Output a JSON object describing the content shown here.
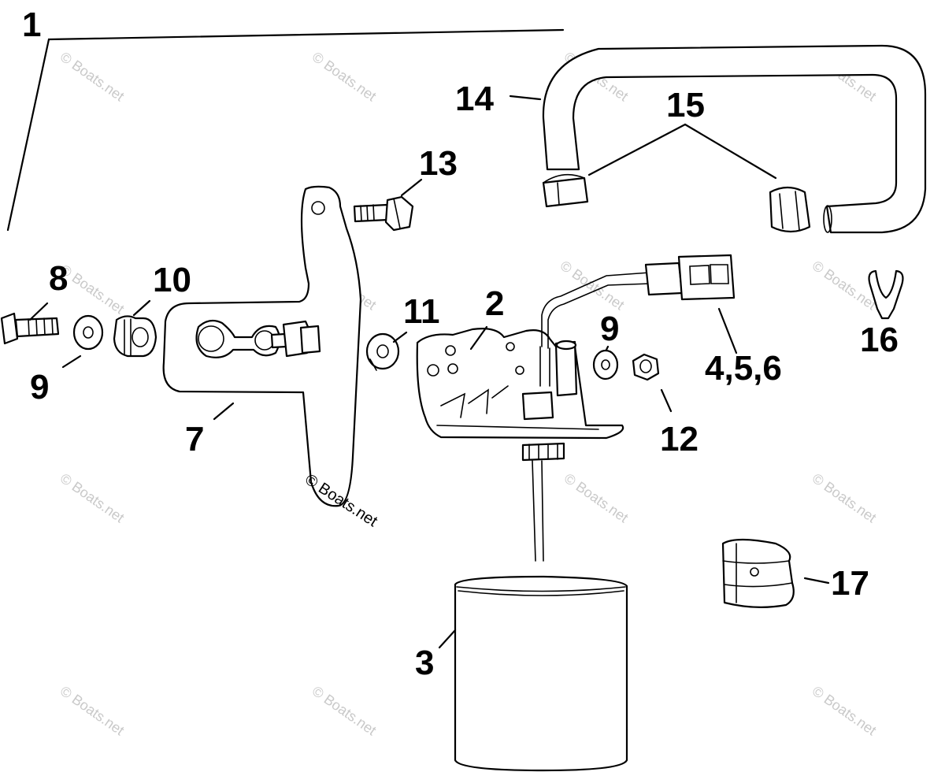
{
  "callouts": {
    "c1": "1",
    "c2": "2",
    "c3": "3",
    "c456": "4,5,6",
    "c7": "7",
    "c8": "8",
    "c9a": "9",
    "c9b": "9",
    "c10": "10",
    "c11": "11",
    "c12": "12",
    "c13": "13",
    "c14": "14",
    "c15": "15",
    "c16": "16",
    "c17": "17"
  },
  "watermark": "© Boats.net"
}
